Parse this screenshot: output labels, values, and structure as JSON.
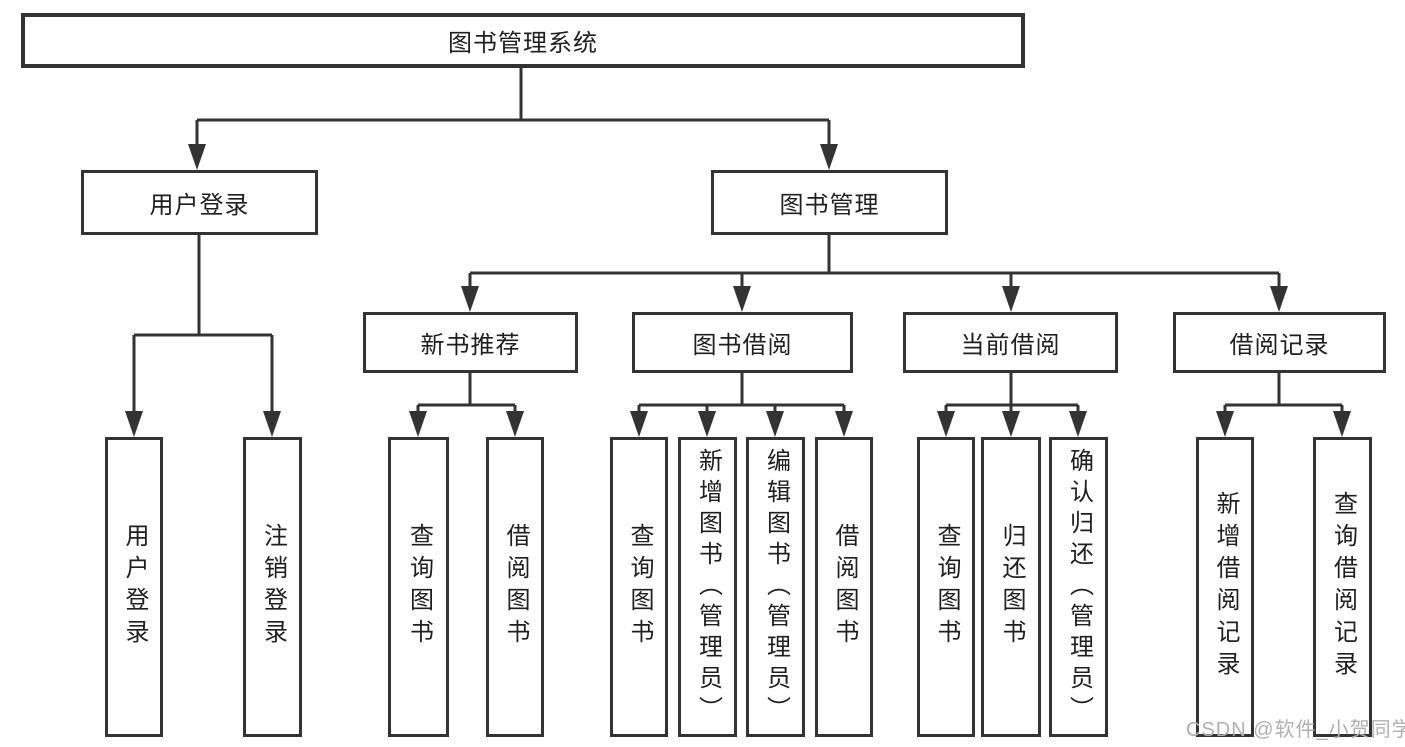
{
  "tree": {
    "root": {
      "label": "图书管理系统"
    },
    "branches": [
      {
        "label": "用户登录",
        "children": [
          {
            "label": "用户登录"
          },
          {
            "label": "注销登录"
          }
        ]
      },
      {
        "label": "图书管理",
        "children": [
          {
            "label": "新书推荐",
            "children": [
              {
                "label": "查询图书"
              },
              {
                "label": "借阅图书"
              }
            ]
          },
          {
            "label": "图书借阅",
            "children": [
              {
                "label": "查询图书"
              },
              {
                "label": "新增图书（管理员）"
              },
              {
                "label": "编辑图书（管理员）"
              },
              {
                "label": "借阅图书"
              }
            ]
          },
          {
            "label": "当前借阅",
            "children": [
              {
                "label": "查询图书"
              },
              {
                "label": "归还图书"
              },
              {
                "label": "确认归还（管理员）"
              }
            ]
          },
          {
            "label": "借阅记录",
            "children": [
              {
                "label": "新增借阅记录"
              },
              {
                "label": "查询借阅记录"
              }
            ]
          }
        ]
      }
    ]
  },
  "watermark": {
    "text": "CSDN @软件_小贺同学"
  },
  "colors": {
    "line": "#333333",
    "box_border": "#333333",
    "text": "#1f1f1f",
    "watermark": "#b0b0b0",
    "background": "#ffffff"
  }
}
